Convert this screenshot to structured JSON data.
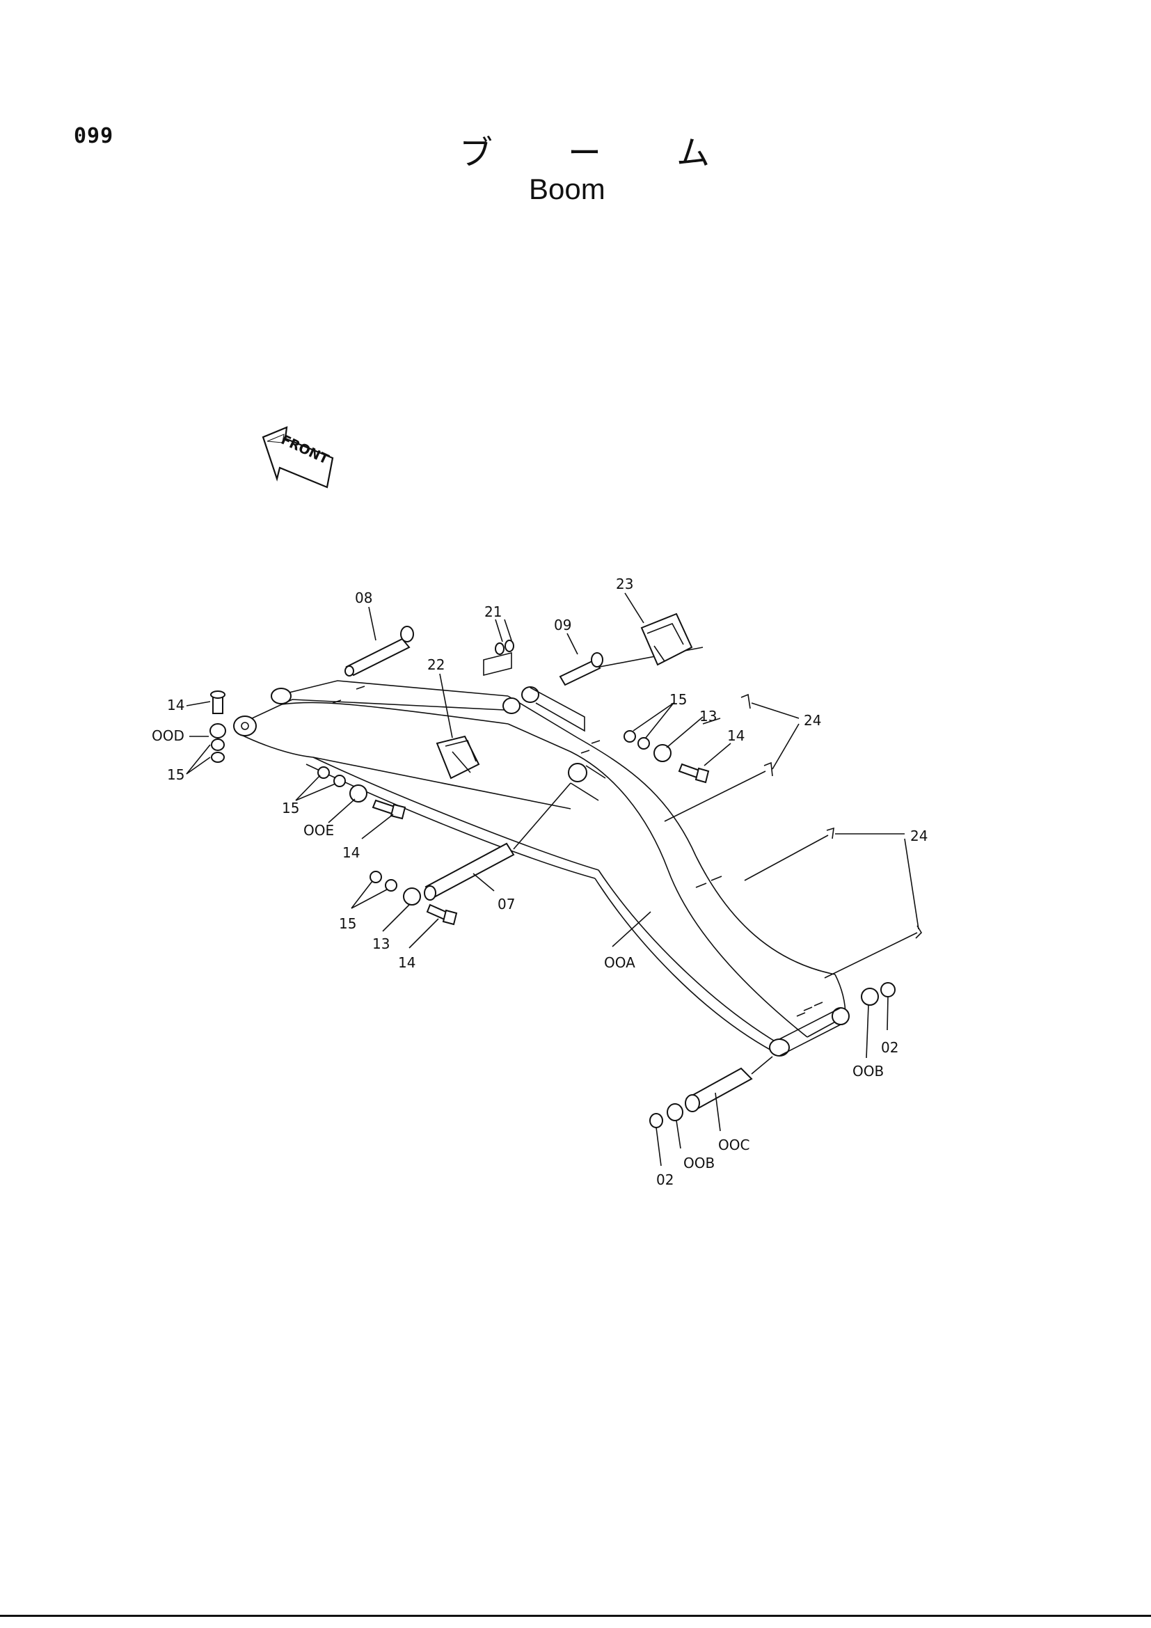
{
  "page": {
    "number": "099",
    "title_jp": [
      "ブ",
      "ー",
      "ム"
    ],
    "title_en": "Boom"
  },
  "front_indicator": "FRONT",
  "callouts": {
    "c08": "08",
    "c21": "21",
    "c23": "23",
    "c09": "09",
    "c22": "22",
    "c14a": "14",
    "c00D": "OOD",
    "c15a": "15",
    "c15b": "15",
    "c13a": "13",
    "c14b": "14",
    "c24a": "24",
    "c15c": "15",
    "c00E": "OOE",
    "c14c": "14",
    "c24b": "24",
    "c07": "07",
    "c15d": "15",
    "c13b": "13",
    "c14d": "14",
    "c00A": "OOA",
    "c02a": "02",
    "c00Ba": "OOB",
    "c00C": "OOC",
    "c00Bb": "OOB",
    "c02b": "02"
  }
}
